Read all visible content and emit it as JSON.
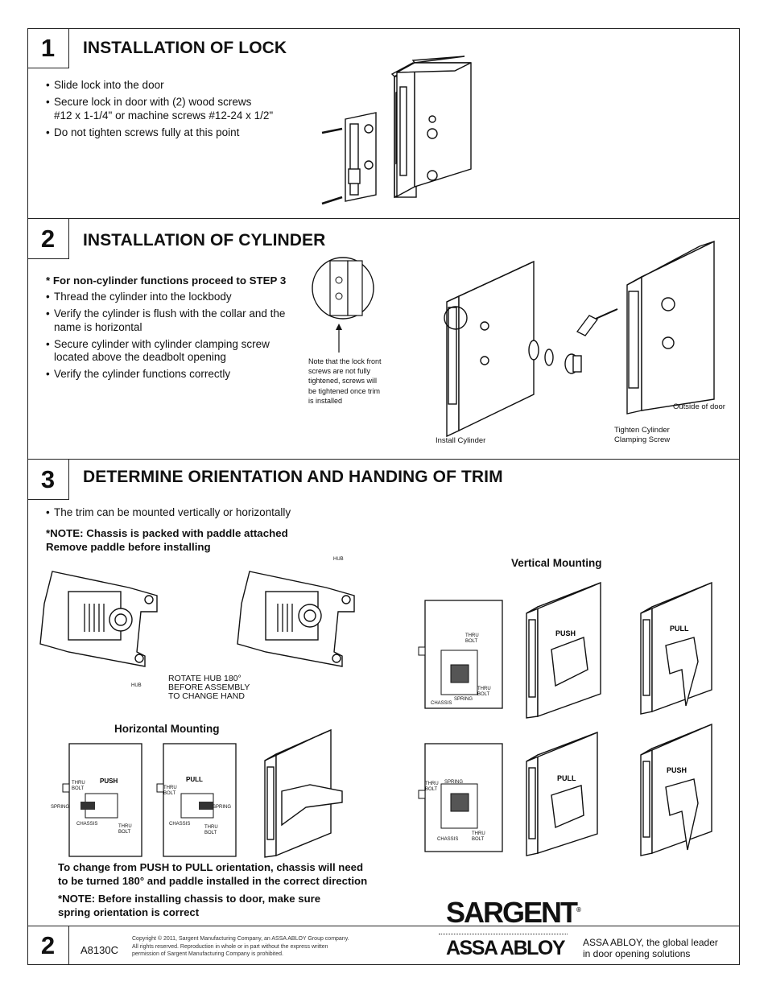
{
  "step1": {
    "number": "1",
    "title": "INSTALLATION OF LOCK",
    "bullets": [
      "Slide lock into the door",
      "Secure lock in door with (2) wood screws",
      "#12 x 1-1/4\" or machine screws #12-24 x 1/2\"",
      "Do not tighten screws fully at this point"
    ]
  },
  "step2": {
    "number": "2",
    "title": "INSTALLATION OF CYLINDER",
    "note": "* For non-cylinder functions proceed to STEP 3",
    "bullets": [
      "Thread the cylinder into the lockbody",
      "Verify the cylinder is flush with the collar and the",
      "name is horizontal",
      "Secure cylinder with cylinder clamping screw",
      "located above the deadbolt opening",
      "Verify the cylinder functions correctly"
    ],
    "callout_lines": [
      "Note that the lock front",
      "screws are not fully",
      "tightened, screws will",
      "be tightened once trim",
      "is installed"
    ],
    "label_install": "Install Cylinder",
    "label_tighten_1": "Tighten Cylinder",
    "label_tighten_2": "Clamping Screw",
    "label_outside": "Outside of door"
  },
  "step3": {
    "number": "3",
    "title": "DETERMINE ORIENTATION AND HANDING OF TRIM",
    "bullet": "The trim can be mounted vertically or horizontally",
    "note_1": "*NOTE: Chassis is packed with paddle attached",
    "note_2": "Remove paddle before installing",
    "hub_label": "HUB",
    "rotate_1": "ROTATE HUB 180°",
    "rotate_2": "BEFORE ASSEMBLY",
    "rotate_3": "TO CHANGE HAND",
    "vertical_label": "Vertical Mounting",
    "horizontal_label": "Horizontal Mounting",
    "push": "PUSH",
    "pull": "PULL",
    "thru": "THRU",
    "bolt": "BOLT",
    "spring": "SPRING",
    "chassis": "CHASSIS",
    "change_1": "To change from PUSH to PULL orientation, chassis will need",
    "change_2": "to be turned 180° and paddle installed in the correct direction",
    "note_b1": "*NOTE: Before installing chassis to door, make sure",
    "note_b2": "spring orientation is correct"
  },
  "footer": {
    "page_number": "2",
    "doc_code": "A8130C",
    "copyright_1": "Copyright © 2011, Sargent Manufacturing Company, an ASSA ABLOY Group company.",
    "copyright_2": "All rights reserved. Reproduction in whole or in part without the express written",
    "copyright_3": "permission of Sargent Manufacturing Company is prohibited.",
    "brand": "SARGENT",
    "brand_mark": "®",
    "parent_brand": "ASSA ABLOY",
    "tagline_1": "ASSA ABLOY, the global leader",
    "tagline_2": "in door opening solutions"
  }
}
